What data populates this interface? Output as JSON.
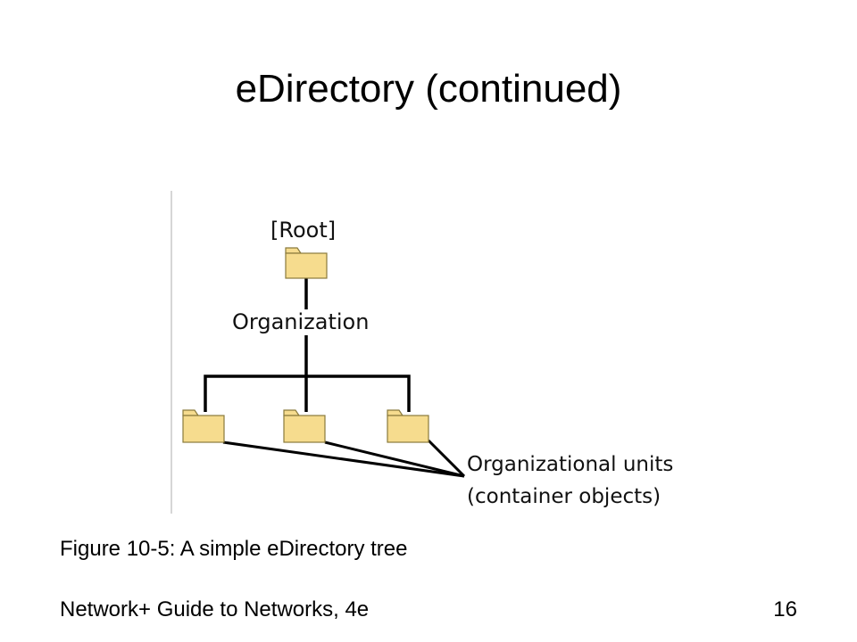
{
  "slide": {
    "title": "eDirectory (continued)",
    "caption": "Figure 10-5: A simple eDirectory tree",
    "footer": "Network+ Guide to Networks, 4e",
    "page_number": "16"
  },
  "diagram": {
    "root_label": "[Root]",
    "organization_label": "Organization",
    "ou_label_line1": "Organizational units",
    "ou_label_line2": "(container objects)",
    "folder_color": "#f6dc8e",
    "folder_edge_color": "#8a7a3c"
  }
}
